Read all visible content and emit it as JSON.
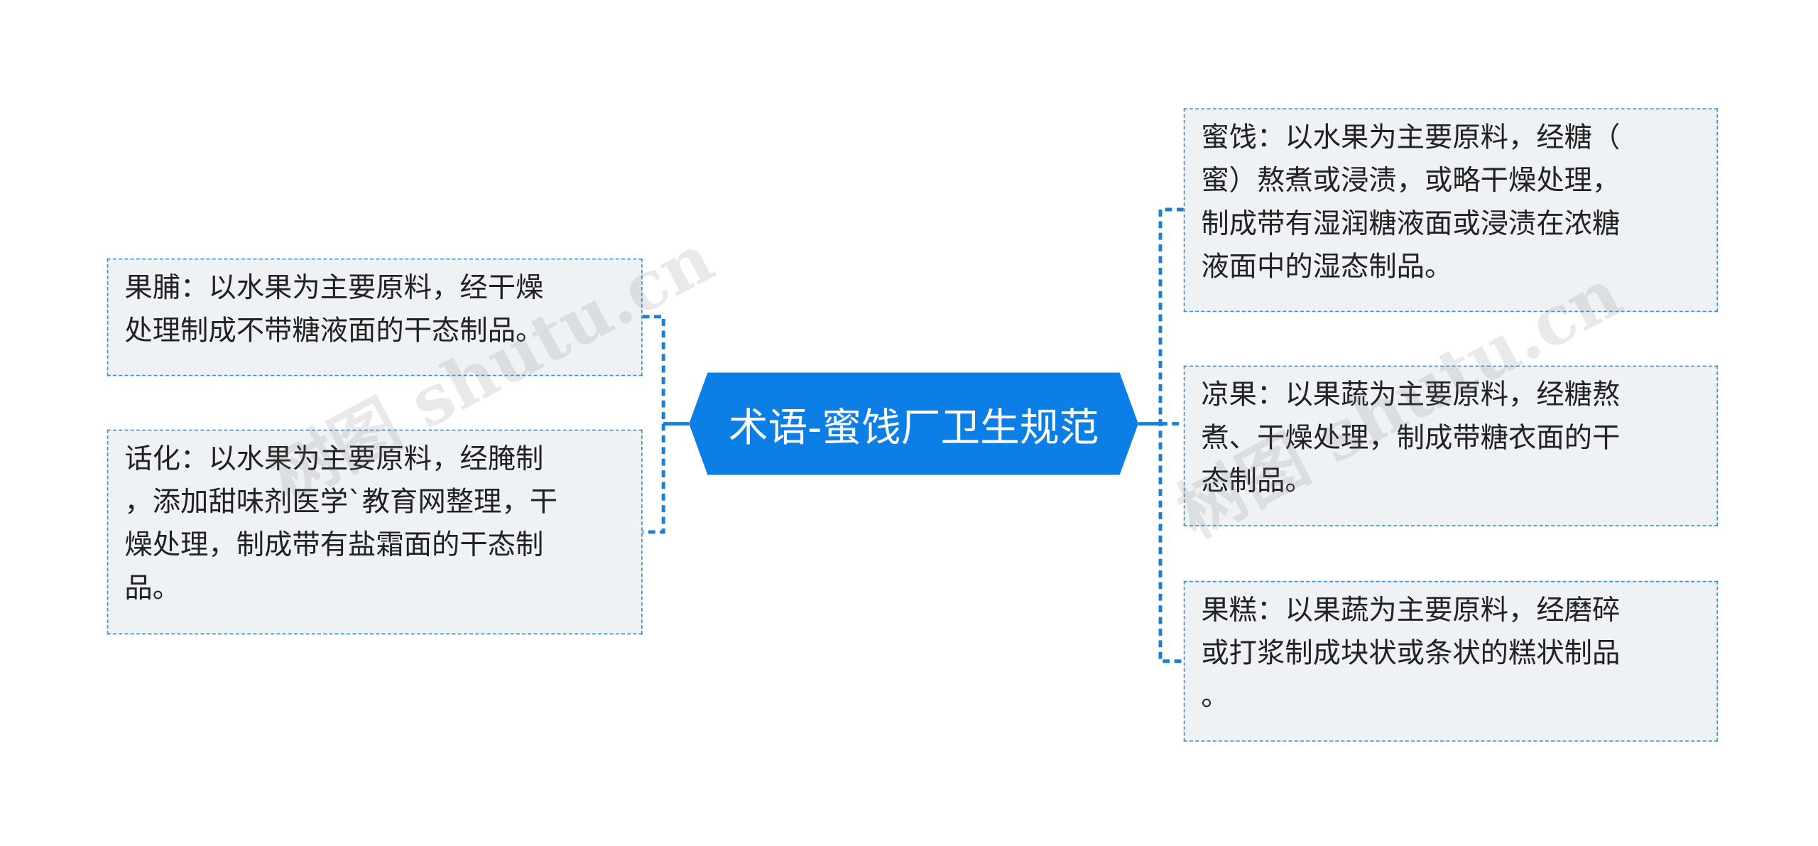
{
  "central_topic": "术语-蜜饯厂卫生规范",
  "left_topics": [
    {
      "lines": [
        "果脯：以水果为主要原料，经干燥",
        "处理制成不带糖液面的干态制品。"
      ]
    },
    {
      "lines": [
        "话化：以水果为主要原料，经腌制",
        "，添加甜味剂医学`教育网整理，干",
        "燥处理，制成带有盐霜面的干态制",
        "品。"
      ]
    }
  ],
  "right_topics": [
    {
      "lines": [
        "蜜饯：以水果为主要原料，经糖（",
        "蜜）熬煮或浸渍，或略干燥处理，",
        "制成带有湿润糖液面或浸渍在浓糖",
        "液面中的湿态制品。"
      ]
    },
    {
      "lines": [
        "凉果：以果蔬为主要原料，经糖熬",
        "煮、干燥处理，制成带糖衣面的干",
        "态制品。"
      ]
    },
    {
      "lines": [
        "果糕：以果蔬为主要原料，经磨碎",
        "或打浆制成块状或条状的糕状制品",
        "。"
      ]
    }
  ],
  "watermarks": [
    "树图 shutu.cn",
    "树图 shutu.cn"
  ],
  "colors": {
    "central_fill": "#0b7fe6",
    "connector": "#1a7fd4",
    "topic_border": "#3f8fd3",
    "topic_fill": "#eef2f5"
  }
}
